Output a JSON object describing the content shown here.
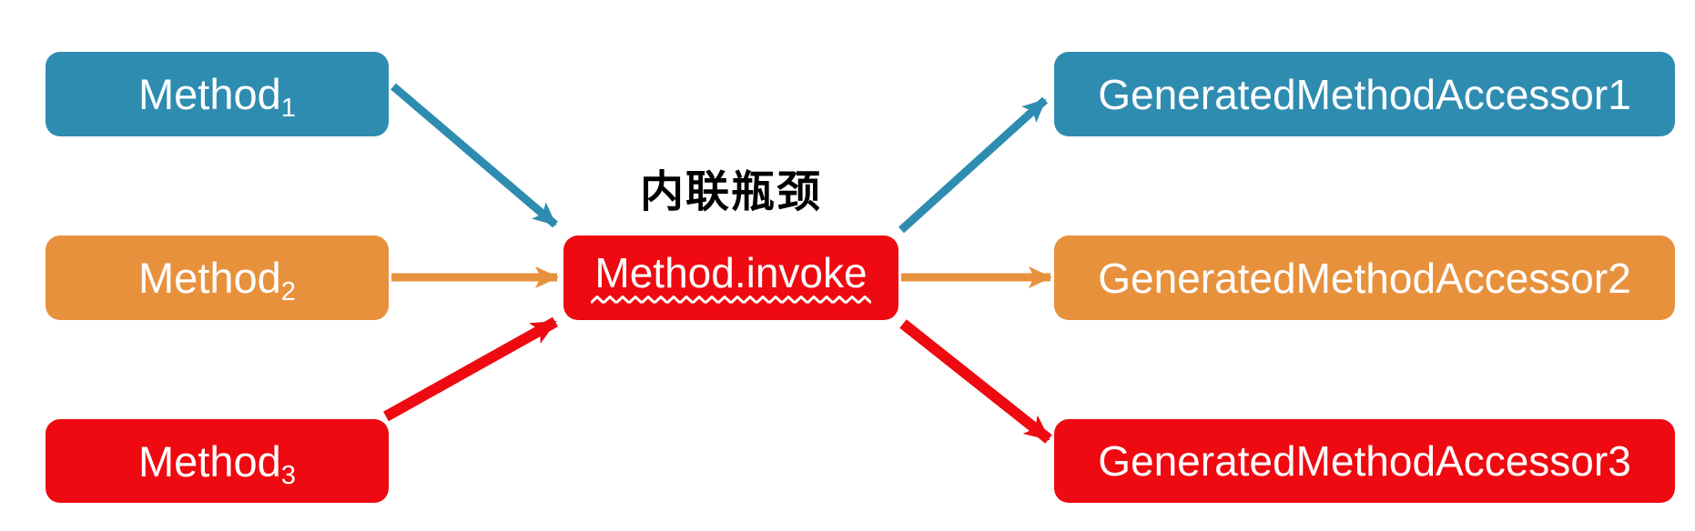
{
  "title": "内联瓶颈",
  "colors": {
    "blue": "#2E8CB0",
    "orange": "#E8913D",
    "red": "#EE0A10",
    "text": "#FFFFFF",
    "title_text": "#000000"
  },
  "left_boxes": [
    {
      "label": "Method",
      "subscript": "1",
      "color": "blue"
    },
    {
      "label": "Method",
      "subscript": "2",
      "color": "orange"
    },
    {
      "label": "Method",
      "subscript": "3",
      "color": "red"
    }
  ],
  "center_box": {
    "label": "Method.invoke",
    "color": "red",
    "decoration": "white-wavy-underline"
  },
  "right_boxes": [
    {
      "label": "GeneratedMethodAccessor1",
      "color": "blue"
    },
    {
      "label": "GeneratedMethodAccessor2",
      "color": "orange"
    },
    {
      "label": "GeneratedMethodAccessor3",
      "color": "red"
    }
  ],
  "arrows": [
    {
      "from": "Method1",
      "to": "Method.invoke",
      "color": "blue"
    },
    {
      "from": "Method2",
      "to": "Method.invoke",
      "color": "orange"
    },
    {
      "from": "Method3",
      "to": "Method.invoke",
      "color": "red"
    },
    {
      "from": "Method.invoke",
      "to": "GeneratedMethodAccessor1",
      "color": "blue"
    },
    {
      "from": "Method.invoke",
      "to": "GeneratedMethodAccessor2",
      "color": "orange"
    },
    {
      "from": "Method.invoke",
      "to": "GeneratedMethodAccessor3",
      "color": "red"
    }
  ]
}
